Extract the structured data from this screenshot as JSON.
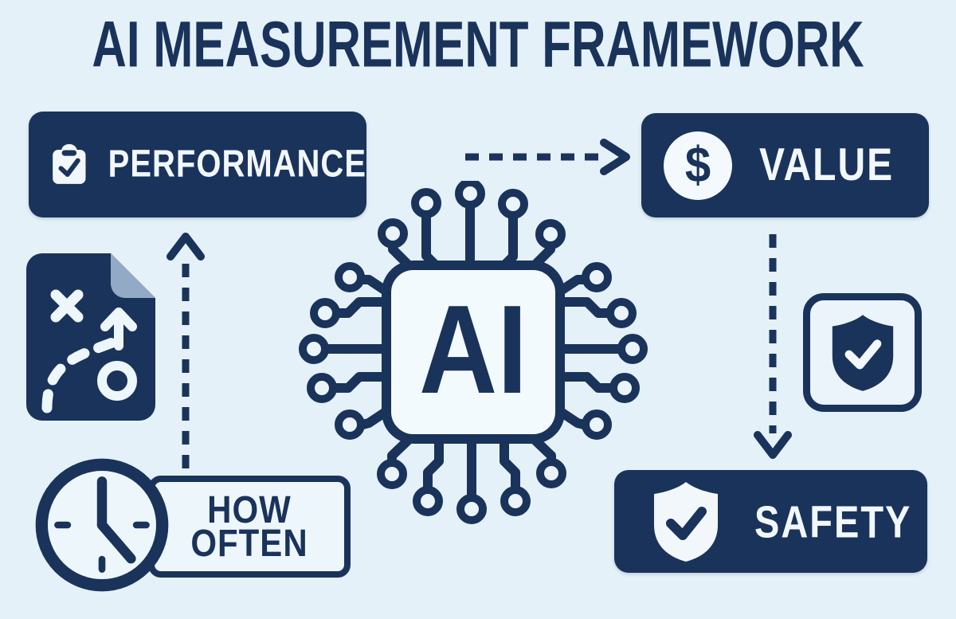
{
  "title": "AI MEASUREMENT FRAMEWORK",
  "colors": {
    "background": "#e4f1f8",
    "navy": "#1a335a",
    "box_text": "#f2f7fb",
    "chip_fill": "#f3fafd",
    "light_fill": "#edf6fb",
    "fold_corner": "#93aac6"
  },
  "nodes": {
    "performance": {
      "label": "PERFORMANCE",
      "icon": "clipboard-check-icon"
    },
    "value": {
      "label": "VALUE",
      "icon": "dollar-coin-icon",
      "currency_symbol": "$"
    },
    "safety": {
      "label": "SAFETY",
      "icon": "shield-check-icon"
    },
    "how_often": {
      "line1": "HOW",
      "line2": "OFTEN",
      "icon": "clock-icon"
    },
    "ai_chip": {
      "label": "AI",
      "icon": "ai-chip-icon"
    },
    "strategy_document": {
      "icon": "strategy-document-icon"
    },
    "shield_badge": {
      "icon": "shield-check-icon"
    }
  },
  "connections": [
    {
      "from": "performance",
      "to": "value",
      "style": "dashed-arrow",
      "direction": "right"
    },
    {
      "from": "value",
      "to": "safety",
      "style": "dashed-arrow",
      "direction": "down"
    },
    {
      "from": "how_often",
      "to": "performance",
      "style": "dashed-arrow",
      "direction": "up"
    }
  ]
}
